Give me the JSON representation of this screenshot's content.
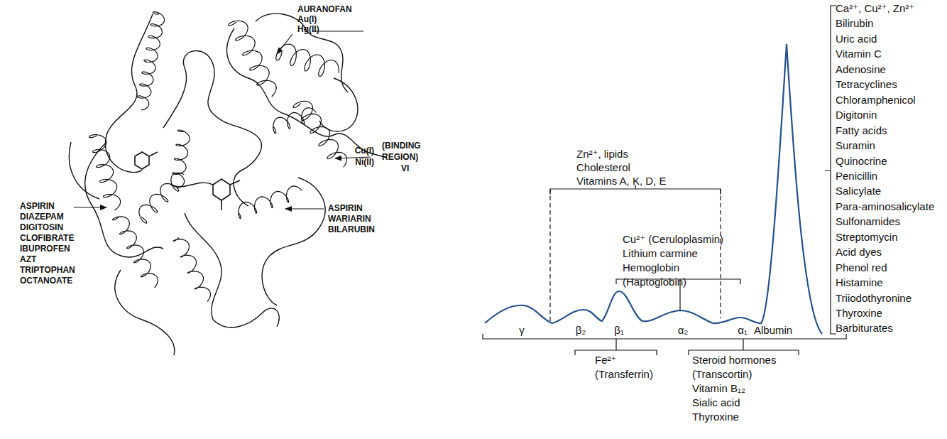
{
  "diagram": {
    "labels": [
      "AURANOFAN",
      "Au(I)",
      "Hg(II)",
      "Cu(I)",
      "Ni(II)",
      "(BINDING",
      "REGION)",
      "VI",
      "ASPIRIN",
      "DIAZEPAM",
      "DIGITOSIN",
      "CLOFIBRATE",
      "IBUPROFEN",
      "AZT",
      "TRIPTOPHAN",
      "OCTANOATE",
      "ASPIRIN",
      "WARIARIN",
      "BILARUBIN",
      "Zn²⁺, lipids",
      "Cholesterol",
      "Vitamins A, K, D, E",
      "Cu²⁺ (Ceruloplasmin)",
      "Lithium carmine",
      "Hemoglobin",
      "(Haptoglobin)",
      "Ca²⁺, Cu²⁺, Zn²⁺",
      "Bilirubin",
      "Uric acid",
      "Vitamin C",
      "Adenosine",
      "Tetracyclines",
      "Chloramphenicol",
      "Digitonin",
      "Fatty acids",
      "Suramin",
      "Quinocrine",
      "Penicillin",
      "Salicylate",
      "Para-aminosalicylate",
      "Sulfonamides",
      "Streptomycin",
      "Acid dyes",
      "Phenol red",
      "Histamine",
      "Triiodothyronine",
      "Thyroxine",
      "Barbiturates",
      "γ",
      "β₂",
      "β₁",
      "α₂",
      "α₁",
      "Albumin",
      "Fe²⁺",
      "(Transferrin)",
      "Steroid hormones",
      "(Transcortin)",
      "Vitamin B₁₂",
      "Sialic acid",
      "Thyroxine"
    ]
  }
}
